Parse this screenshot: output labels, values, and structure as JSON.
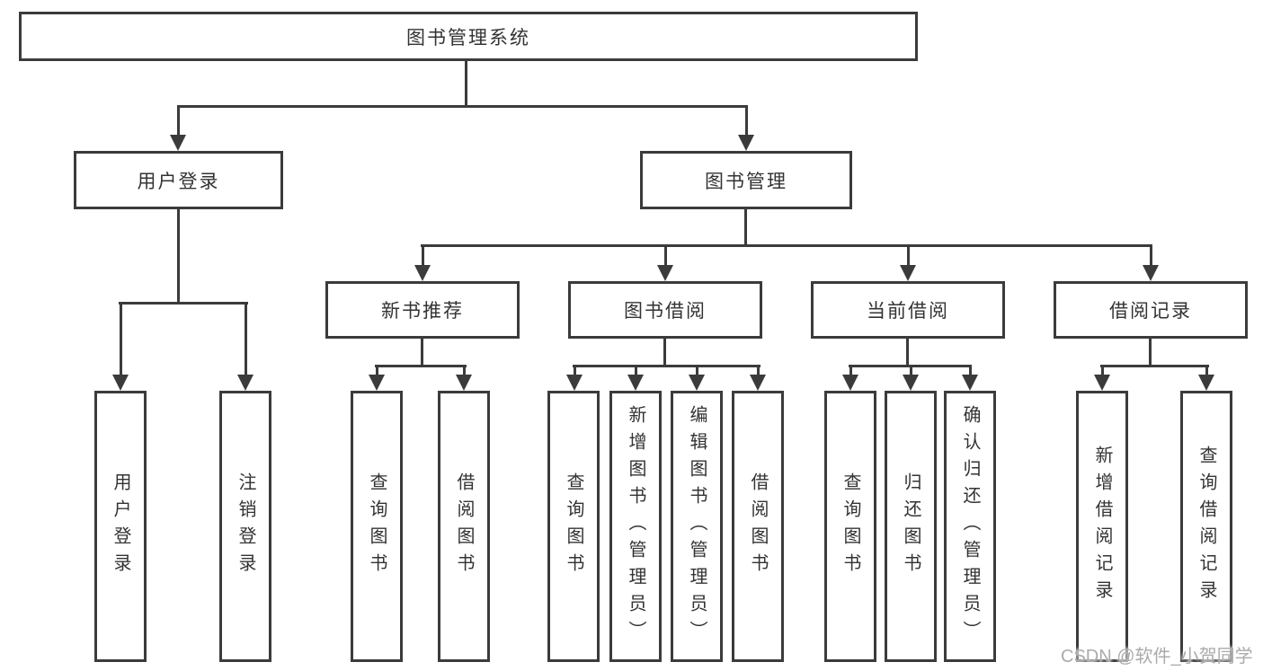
{
  "diagram": {
    "root": {
      "label": "图书管理系统"
    },
    "user_login": {
      "label": "用户登录",
      "children": [
        {
          "label": "用户登录"
        },
        {
          "label": "注销登录"
        }
      ]
    },
    "book_management": {
      "label": "图书管理"
    },
    "new_book_recommend": {
      "label": "新书推荐",
      "children": [
        {
          "label": "查询图书"
        },
        {
          "label": "借阅图书"
        }
      ]
    },
    "book_borrow": {
      "label": "图书借阅",
      "children": [
        {
          "label": "查询图书"
        },
        {
          "label": "新增图书（管理员）"
        },
        {
          "label": "编辑图书（管理员）"
        },
        {
          "label": "借阅图书"
        }
      ]
    },
    "current_borrow": {
      "label": "当前借阅",
      "children": [
        {
          "label": "查询图书"
        },
        {
          "label": "归还图书"
        },
        {
          "label": "确认归还（管理员）"
        }
      ]
    },
    "borrow_record": {
      "label": "借阅记录",
      "children": [
        {
          "label": "新增借阅记录"
        },
        {
          "label": "查询借阅记录"
        }
      ]
    },
    "watermark": {
      "text": "CSDN @软件_小贺同学"
    },
    "colors": {
      "line": "#3b3b3b",
      "text": "#333333",
      "background": "#ffffff",
      "watermark": "#ababab"
    }
  }
}
